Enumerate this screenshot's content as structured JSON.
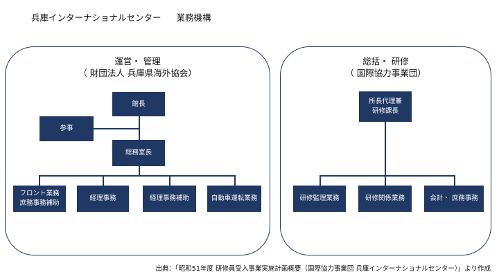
{
  "header": {
    "title": "兵庫インターナショナルセンター",
    "subtitle": "業務機構"
  },
  "left_group": {
    "heading": "運営・ 管理",
    "subheading": "（ 財団法人 兵庫県海外協会）",
    "boxes": {
      "kancho": "館長",
      "sanji": "参事",
      "somu": "総務室長",
      "front": "フロント業務\n庶務事務補助",
      "keiri": "経理事務",
      "keiri_hojo": "経理事務補助",
      "jidosha": "自動車運転業務"
    }
  },
  "right_group": {
    "heading": "総括・ 研修",
    "subheading": "（ 国際協力事業団）",
    "boxes": {
      "shocho": "所長代理兼\n研修課長",
      "kanri": "研修監理業務",
      "kankei": "研修関係業務",
      "kaikei": "会計・ 庶務事務"
    }
  },
  "source_note": "出典：「昭和51年度 研修員受入事業実施計画概要（国際協力事業団 兵庫インターナショナルセンター）」より作成",
  "colors": {
    "box_fill": "#1f3864",
    "box_text": "#ffffff",
    "connector": "#1f3864"
  }
}
